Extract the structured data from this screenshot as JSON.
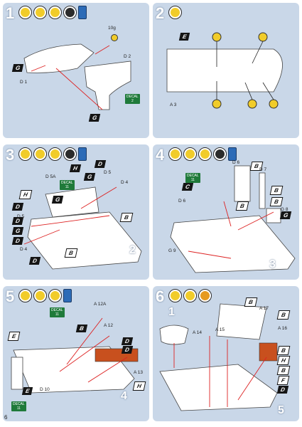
{
  "page": {
    "number": "6"
  },
  "steps": [
    {
      "number": "1",
      "tools": [
        "cutter",
        "file",
        "glue",
        "star"
      ],
      "paint": true,
      "note": "10g",
      "tags": [
        "G",
        "G"
      ],
      "parts": [
        "D 1",
        "D 2"
      ],
      "decal": {
        "label": "DECAL",
        "num": "2"
      }
    },
    {
      "number": "2",
      "tools": [
        "glue"
      ],
      "paint": false,
      "tags": [
        "E"
      ],
      "parts": [
        "A 3"
      ]
    },
    {
      "number": "3",
      "tools": [
        "cutter",
        "file",
        "glue",
        "star"
      ],
      "paint": true,
      "tags": [
        "H",
        "D",
        "G",
        "H",
        "D",
        "G",
        "D",
        "G",
        "D",
        "B",
        "D",
        "B"
      ],
      "parts": [
        "D 5A",
        "D 5",
        "D 4",
        "D 5",
        "D 4"
      ],
      "decal": {
        "label": "DECAL",
        "num": "11"
      },
      "marker": "2"
    },
    {
      "number": "4",
      "tools": [
        "cutter",
        "file",
        "glue",
        "star"
      ],
      "paint": true,
      "tags": [
        "B",
        "C",
        "B",
        "B",
        "B",
        "G"
      ],
      "parts": [
        "D 6",
        "D 7",
        "D 6",
        "G 8",
        "G 9"
      ],
      "decal": {
        "label": "DECAL",
        "num": "11"
      },
      "marker": "3"
    },
    {
      "number": "5",
      "tools": [
        "cutter",
        "file",
        "glue"
      ],
      "paint": true,
      "tags": [
        "E",
        "B",
        "D",
        "D",
        "E",
        "H"
      ],
      "parts": [
        "A 12A",
        "A 12",
        "A 13",
        "D 10"
      ],
      "decal": {
        "label": "DECAL",
        "num": "11"
      },
      "decal2": {
        "label": "DECAL",
        "num": "11"
      },
      "marker": "4"
    },
    {
      "number": "6",
      "tools": [
        "cutter",
        "glue",
        "clock"
      ],
      "paint": false,
      "tags": [
        "B",
        "B",
        "B",
        "H",
        "B",
        "F",
        "D"
      ],
      "parts": [
        "A 17",
        "A 14",
        "A 15",
        "A 16"
      ],
      "marker_top": "1",
      "marker": "5"
    }
  ]
}
